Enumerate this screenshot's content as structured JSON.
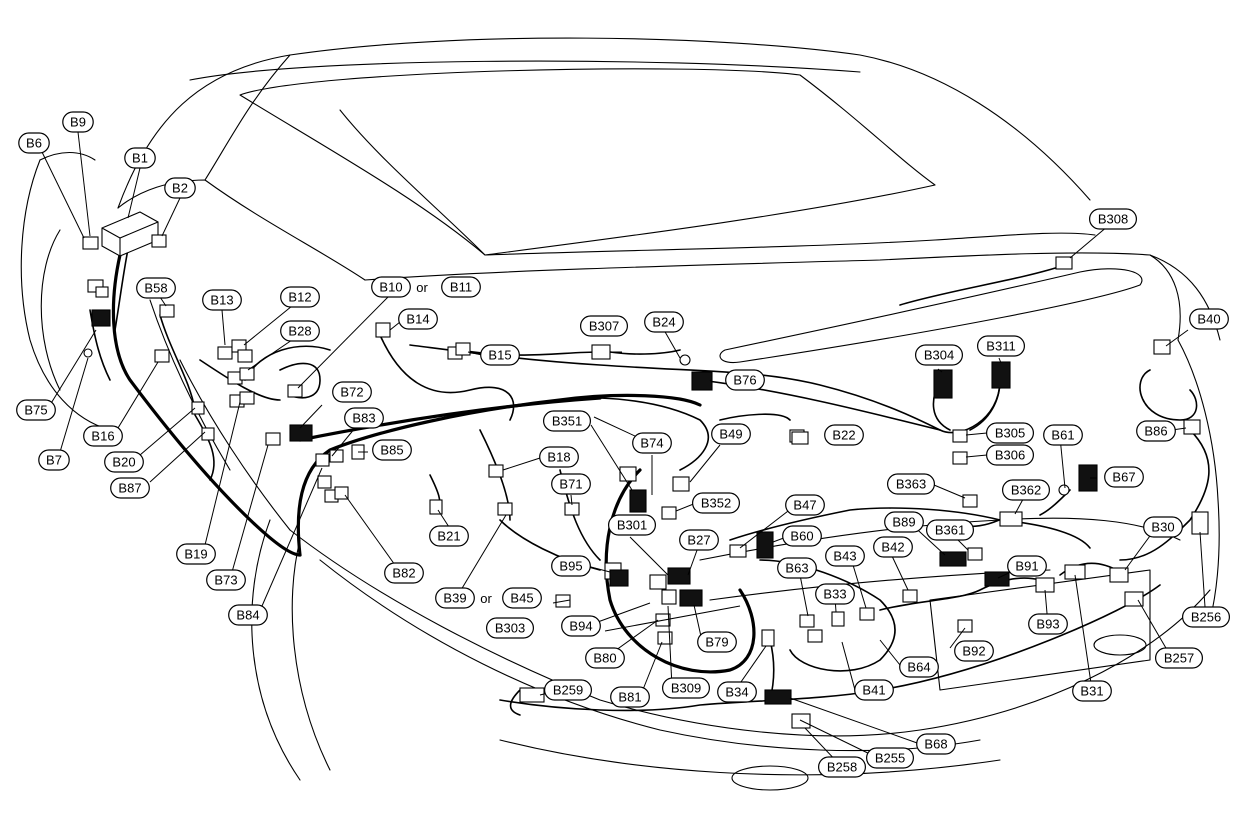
{
  "diagram": {
    "connector_labels": [
      "B1",
      "B2",
      "B6",
      "B7",
      "B9",
      "B10",
      "B11",
      "B12",
      "B13",
      "B14",
      "B15",
      "B16",
      "B18",
      "B19",
      "B20",
      "B21",
      "B22",
      "B24",
      "B27",
      "B28",
      "B30",
      "B31",
      "B33",
      "B34",
      "B39",
      "B40",
      "B41",
      "B42",
      "B43",
      "B45",
      "B47",
      "B49",
      "B58",
      "B60",
      "B61",
      "B63",
      "B64",
      "B67",
      "B68",
      "B71",
      "B72",
      "B73",
      "B74",
      "B75",
      "B76",
      "B79",
      "B80",
      "B81",
      "B82",
      "B83",
      "B84",
      "B85",
      "B86",
      "B87",
      "B89",
      "B91",
      "B92",
      "B93",
      "B94",
      "B95",
      "B255",
      "B256",
      "B257",
      "B258",
      "B259",
      "B301",
      "B303",
      "B304",
      "B305",
      "B306",
      "B307",
      "B308",
      "B309",
      "B311",
      "B351",
      "B352",
      "B361",
      "B362",
      "B363"
    ],
    "or_word": "or",
    "icon": "wiring-harness-car-rear-view"
  }
}
